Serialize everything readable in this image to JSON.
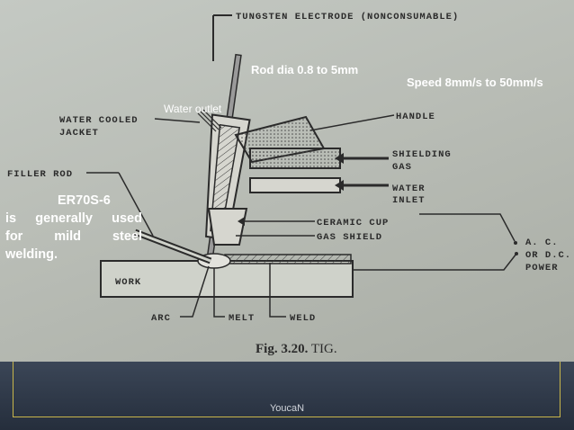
{
  "slide": {
    "rod_dia": "Rod dia 0.8 to 5mm",
    "speed": "Speed 8mm/s to 50mm/s",
    "water_outlet": "Water outlet",
    "filler_note": {
      "title": "ER70S-6",
      "line1_words": [
        "is",
        "generally",
        "used"
      ],
      "line2_words": [
        "for",
        "mild",
        "steel"
      ],
      "line3": "welding."
    },
    "footer": "YoucaN"
  },
  "diagram": {
    "labels": {
      "electrode": "TUNGSTEN ELECTRODE (NONCONSUMABLE)",
      "jacket_1": "WATER COOLED",
      "jacket_2": "JACKET",
      "filler": "FILLER ROD",
      "handle": "HANDLE",
      "shielding_1": "SHIELDING",
      "shielding_2": "GAS",
      "water_in_1": "WATER",
      "water_in_2": "INLET",
      "cup": "CERAMIC CUP",
      "gas_shield": "GAS SHIELD",
      "power_1": "A. C.",
      "power_2": "OR D.C.",
      "power_3": "POWER",
      "work": "WORK",
      "arc": "ARC",
      "melt": "MELT",
      "weld": "WELD"
    },
    "caption_bold": "Fig. 3.20.",
    "caption_rest": " TIG."
  }
}
